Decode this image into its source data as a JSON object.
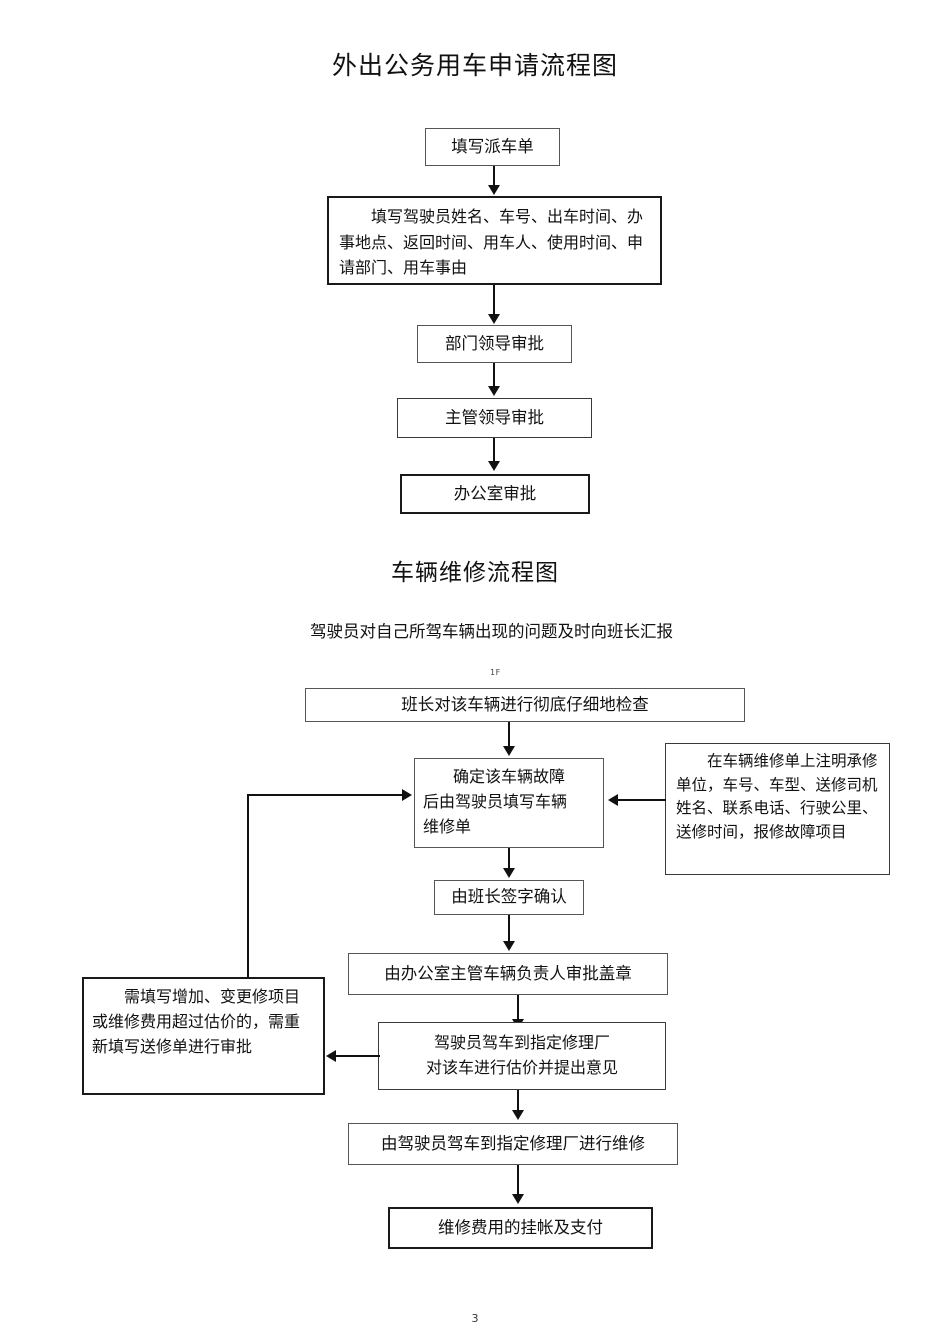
{
  "document": {
    "page_number": "3",
    "stray_mark": "1F"
  },
  "section1": {
    "title": "外出公务用车申请流程图",
    "nodes": [
      {
        "id": "s1n1",
        "label": "填写派车单"
      },
      {
        "id": "s1n2",
        "label": "填写驾驶员姓名、车号、出车时间、办事地点、返回时间、用车人、使用时间、申请部门、用车事由"
      },
      {
        "id": "s1n3",
        "label": "部门领导审批"
      },
      {
        "id": "s1n4",
        "label": "主管领导审批"
      },
      {
        "id": "s1n5",
        "label": "办公室审批"
      }
    ]
  },
  "section2": {
    "title": "车辆维修流程图",
    "intro": "驾驶员对自己所驾车辆出现的问题及时向班长汇报",
    "nodes": [
      {
        "id": "s2n1",
        "label": "班长对该车辆进行彻底仔细地检查"
      },
      {
        "id": "s2n2",
        "line1": "确定该车辆故障",
        "line2": "后由驾驶员填写车辆",
        "line3": "维修单"
      },
      {
        "id": "s2n3",
        "label": "在车辆维修单上注明承修单位，车号、车型、送修司机姓名、联系电话、行驶公里、送修时间，报修故障项目"
      },
      {
        "id": "s2n4",
        "label": "由班长签字确认"
      },
      {
        "id": "s2n5",
        "label": "由办公室主管车辆负责人审批盖章"
      },
      {
        "id": "s2n6",
        "line1": "驾驶员驾车到指定修理厂",
        "line2": "对该车进行估价并提出意见"
      },
      {
        "id": "s2n7",
        "label": "需填写增加、变更修项目或维修费用超过估价的，需重新填写送修单进行审批"
      },
      {
        "id": "s2n8",
        "label": "由驾驶员驾车到指定修理厂进行维修"
      },
      {
        "id": "s2n9",
        "label": "维修费用的挂帐及支付"
      }
    ]
  },
  "colors": {
    "line": "#111111",
    "box_border": "#555555",
    "text": "#111111",
    "background": "#ffffff"
  }
}
